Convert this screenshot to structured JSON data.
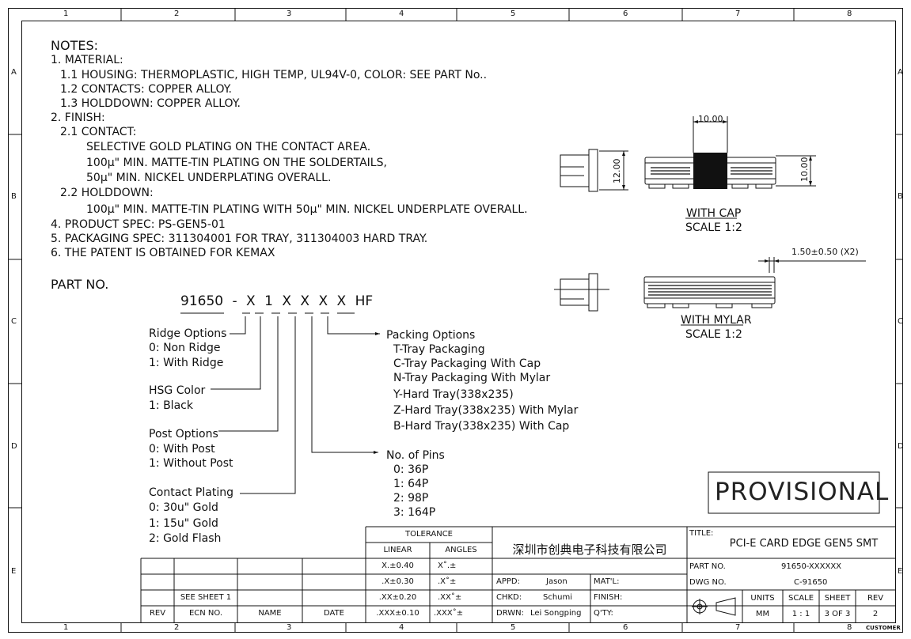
{
  "frame": {
    "cols": [
      "1",
      "2",
      "3",
      "4",
      "5",
      "6",
      "7",
      "8"
    ],
    "rows": [
      "A",
      "B",
      "C",
      "D",
      "E"
    ]
  },
  "notes": {
    "title": "NOTES:",
    "lines": [
      "1. MATERIAL:",
      "1.1 HOUSING: THERMOPLASTIC, HIGH TEMP, UL94V-0, COLOR: SEE PART No..",
      "1.2 CONTACTS: COPPER ALLOY.",
      "1.3 HOLDDOWN: COPPER ALLOY.",
      "2. FINISH:",
      "2.1 CONTACT:",
      "SELECTIVE GOLD PLATING ON THE CONTACT AREA.",
      "100µ\" MIN. MATTE-TIN PLATING ON THE SOLDERTAILS,",
      "50µ\" MIN. NICKEL UNDERPLATING OVERALL.",
      "2.2 HOLDDOWN:",
      "100µ\" MIN. MATTE-TIN PLATING WITH 50µ\" MIN. NICKEL UNDERPLATE OVERALL.",
      "4. PRODUCT SPEC: PS-GEN5-01",
      "5. PACKAGING SPEC: 311304001 FOR TRAY, 311304003 HARD TRAY.",
      "6. THE PATENT IS OBTAINED FOR KEMAX"
    ]
  },
  "part": {
    "title": "PART NO.",
    "code": [
      "91650",
      "-",
      "X",
      "1",
      "X",
      "X",
      "X",
      "X",
      "HF"
    ],
    "ridge": {
      "label": "Ridge Options",
      "opts": [
        "0: Non Ridge",
        "1: With Ridge"
      ]
    },
    "hsg": {
      "label": "HSG Color",
      "opts": [
        "1: Black"
      ]
    },
    "post": {
      "label": "Post Options",
      "opts": [
        "0: With Post",
        "1: Without Post"
      ]
    },
    "plating": {
      "label": "Contact Plating",
      "opts": [
        "0: 30u\" Gold",
        "1: 15u\" Gold",
        "2: Gold Flash"
      ]
    },
    "packing": {
      "label": "Packing Options",
      "opts": [
        "T-Tray Packaging",
        "C-Tray Packaging With Cap",
        "N-Tray Packaging With Mylar",
        "Y-Hard Tray(338x235)",
        "Z-Hard Tray(338x235) With Mylar",
        "B-Hard Tray(338x235) With Cap"
      ]
    },
    "pins": {
      "label": "No. of Pins",
      "opts": [
        "0: 36P",
        "1: 64P",
        "2: 98P",
        "3: 164P"
      ]
    }
  },
  "views": {
    "cap_width": "10.00",
    "cap_height_left": "12.00",
    "cap_height_right": "10.00",
    "cap_title": "WITH CAP",
    "cap_scale": "SCALE 1:2",
    "mylar_dim": "1.50±0.50 (X2)",
    "mylar_title": "WITH MYLAR",
    "mylar_scale": "SCALE 1:2"
  },
  "stamp": "PROVISIONAL",
  "tolerance": {
    "title": "TOLERANCE",
    "h_linear": "LINEAR",
    "h_angles": "ANGLES",
    "rows": [
      [
        "X.±0.40",
        "X˚.±"
      ],
      [
        ".X±0.30",
        ".X˚±"
      ],
      [
        ".XX±0.20",
        ".XX˚±"
      ],
      [
        ".XXX±0.10",
        ".XXX˚±"
      ]
    ]
  },
  "revision": {
    "see_sheet": "SEE SHEET 1",
    "h_rev": "REV",
    "h_ecn": "ECN NO.",
    "h_name": "NAME",
    "h_date": "DATE"
  },
  "company": "深圳市创典电子科技有限公司",
  "approvals": {
    "appd_label": "APPD:",
    "appd": "Jason",
    "chkd_label": "CHKD:",
    "chkd": "Schumi",
    "drwn_label": "DRWN:",
    "drwn": "Lei Songping",
    "matl": "MAT'L:",
    "finish": "FINISH:",
    "qty": "Q'TY:"
  },
  "title_block": {
    "title_label": "TITLE:",
    "title": "PCI-E CARD EDGE GEN5 SMT",
    "partno_label": "PART NO.",
    "partno": "91650-XXXXXX",
    "dwgno_label": "DWG NO.",
    "dwgno": "C-91650",
    "h_units": "UNITS",
    "h_scale": "SCALE",
    "h_sheet": "SHEET",
    "h_rev": "REV",
    "units": "MM",
    "scale": "1 : 1",
    "sheet": "3 OF 3",
    "rev": "2",
    "customer": "CUSTOMER"
  }
}
